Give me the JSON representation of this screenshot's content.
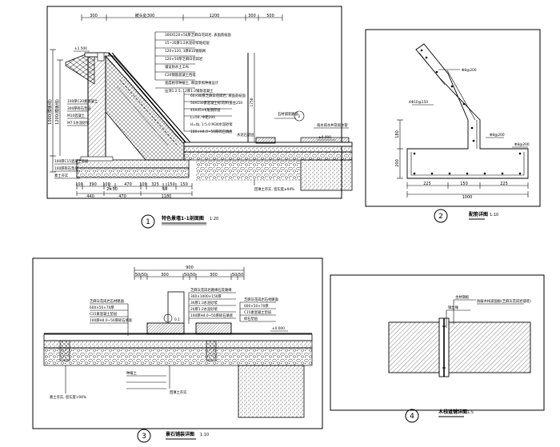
{
  "detail1": {
    "title": "特色景墙1-1剖面图",
    "scale": "1:20",
    "number": "1",
    "top_dims": [
      "300",
      "被头处300",
      "1200",
      "300",
      "500"
    ],
    "bottom_dims_row1": [
      "100",
      "390",
      "100",
      "2×50",
      "470",
      "100",
      "325",
      "50",
      "150",
      "150"
    ],
    "bottom_dims_row2": [
      "440",
      "470",
      "1180"
    ],
    "left_dims": [
      "1000(模板线)",
      "1200(模板线)"
    ],
    "elev_top": "±1.500",
    "elev_right": "±0.000",
    "callouts": [
      "300X120×50厚芝麻白花岗岩, 表面荔枝面",
      "15~20厚1:2水泥砂浆粘结层",
      "120×120, 3厚B10钢筋网",
      "120×50厚芝麻白花岗岩",
      "铺设防水土工布",
      "C20钢筋混凝土挡墙",
      "宽度相邻种植土, 厚度参照种植设计",
      "压顶1:2.5, 12厚1:2钢筋混凝土",
      "60×80厚芝麻白花岗岩, 表面荔枝面",
      "50X150素混凝土标识牌(盖住250",
      "45X45×6角钢焊接",
      "L=50, 中距200",
      "H=tb, 1:5.0 M30水泥砂浆",
      "100×H4.0~50厚碎石填底",
      "石材铺装路面",
      "水泥石垫层",
      "雨水排水井及雨水管"
    ],
    "left_callouts": [
      "100厚C20素混凝土",
      "300厚碎石垫层",
      "M10混凝土",
      "M7.5水泥砂浆"
    ],
    "bottom_left_callouts": [
      "100厚C15混凝土垫层",
      "100厚碎石垫层",
      "素土夯实"
    ],
    "bottom_callout": "回填土夯实, 密实度≥94%",
    "elev_mid": "1750",
    "marker_label": "2"
  },
  "detail2": {
    "title": "配筋详图",
    "scale": "1:10",
    "number": "2",
    "bottom_dims": [
      "225",
      "150",
      "225"
    ],
    "total_dim": "1000",
    "left_dims": [
      "180",
      "200"
    ],
    "callouts": [
      "Φ8@200",
      "4Φ10@150",
      "Φ8@200",
      "Φ8@200"
    ]
  },
  "detail3": {
    "title": "景石铺装详图",
    "scale": "1:10",
    "number": "3",
    "top_total": "900",
    "top_dims": [
      "50",
      "50",
      "300",
      "50",
      "50",
      "300",
      "50",
      "50"
    ],
    "elev": "±0.000",
    "marker_label": "0.1",
    "callouts_left": [
      "芝麻灰花岗岩石材路面",
      "600×50×70厚",
      "C15素混凝土垫层",
      "100厚H4.0~50厚碎石填底"
    ],
    "callouts_center": [
      "芝麻灰花岗岩路缘石及路缘",
      "300×1000×150厚",
      "30厚1:3水泥砂浆",
      "20厚1:2水泥砂浆",
      "100厚H4.0~50厚碎石填底"
    ],
    "callouts_right": [
      "芝麻灰花岗岩石材路面",
      "600×50×70厚",
      "C15素混凝土垫层",
      "碎石垫层"
    ],
    "bottom_callouts": [
      "素土夯实, 密实度>94%",
      "回填土夯实",
      "种植土"
    ]
  },
  "detail4": {
    "title": "木栈道铺详图",
    "scale": "1:5",
    "number": "4",
    "callouts": [
      "主材钢板",
      "钢丝绳",
      "防腐木栈道面板(芝麻灰花岗岩铺装)"
    ]
  }
}
